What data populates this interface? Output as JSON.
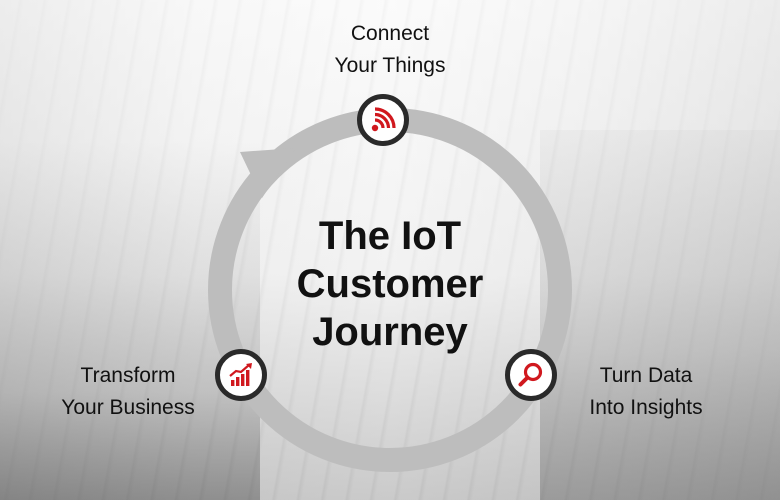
{
  "title": {
    "line1": "The IoT",
    "line2": "Customer",
    "line3": "Journey"
  },
  "steps": [
    {
      "line1": "Connect",
      "line2": "Your Things",
      "icon": "wifi-signal-icon"
    },
    {
      "line1": "Turn Data",
      "line2": "Into Insights",
      "icon": "magnifier-icon"
    },
    {
      "line1": "Transform",
      "line2": "Your Business",
      "icon": "growth-chart-icon"
    }
  ],
  "colors": {
    "accent": "#d0181e",
    "node_border": "#2a2a2a",
    "arrow": "#bdbdbd",
    "text": "#111111"
  }
}
